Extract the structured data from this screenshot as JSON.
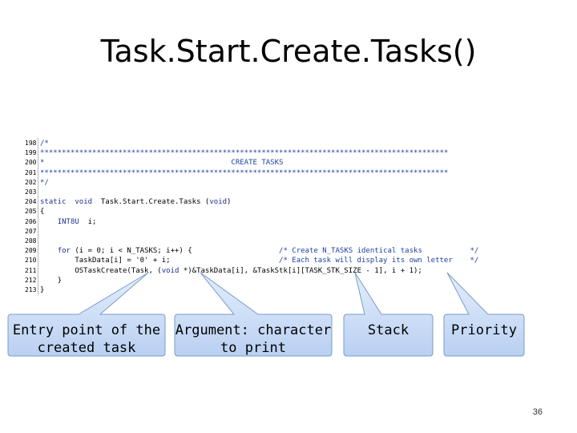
{
  "slide": {
    "title": "Task.Start.Create.Tasks()",
    "page_number": "36"
  },
  "code": {
    "lines": [
      {
        "num": "198",
        "text": "/*"
      },
      {
        "num": "199",
        "text": "**********************************************************************************************"
      },
      {
        "num": "200",
        "text": "*                                           CREATE TASKS"
      },
      {
        "num": "201",
        "text": "**********************************************************************************************"
      },
      {
        "num": "202",
        "text": "*/"
      },
      {
        "num": "203",
        "text": ""
      },
      {
        "num": "204",
        "text": "static  void  Task.Start.Create.Tasks (void)"
      },
      {
        "num": "205",
        "text": "{"
      },
      {
        "num": "206",
        "text": "    INT8U  i;"
      },
      {
        "num": "207",
        "text": ""
      },
      {
        "num": "208",
        "text": ""
      },
      {
        "num": "209",
        "text": "    for (i = 0; i < N_TASKS; i++) {                    /* Create N_TASKS identical tasks           */"
      },
      {
        "num": "210",
        "text": "        TaskData[i] = '0' + i;                         /* Each task will display its own letter    */"
      },
      {
        "num": "211",
        "text": "        OSTaskCreate(Task, (void *)&TaskData[i], &TaskStk[i][TASK_STK_SIZE - 1], i + 1);"
      },
      {
        "num": "212",
        "text": "    }"
      },
      {
        "num": "213",
        "text": "}"
      }
    ]
  },
  "callouts": [
    {
      "label": "Entry point of the\ncreated task"
    },
    {
      "label": "Argument: character\nto print"
    },
    {
      "label": "Stack"
    },
    {
      "label": "Priority"
    }
  ],
  "colors": {
    "callout_fill": "#c9dcf7",
    "callout_stroke": "#7a9cc8",
    "code_keyword": "#1f2f8a"
  }
}
